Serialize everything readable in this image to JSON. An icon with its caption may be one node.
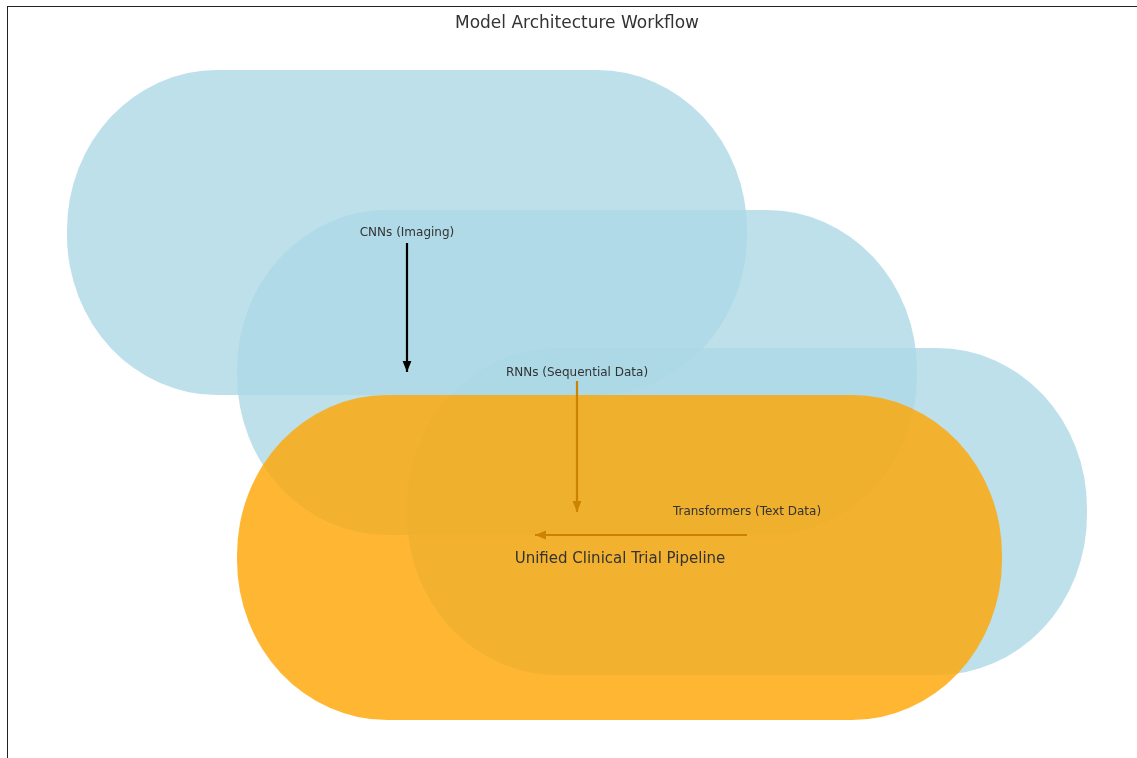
{
  "diagram": {
    "title": "Model Architecture Workflow",
    "nodes": [
      {
        "text": [
          "CNNs (Imaging)"
        ]
      },
      {
        "text": [
          "RNNs (Sequential Data)"
        ]
      },
      {
        "text": [
          "Transformers (Text Data)"
        ]
      },
      {
        "text": [
          "Unified Clinical Trial Pipeline"
        ]
      }
    ],
    "edges": [
      {
        "from": 0,
        "to": null,
        "arrow": "to",
        "color": "#000000"
      },
      {
        "from": 1,
        "to": 3,
        "arrow": "to",
        "color": "#cc8400"
      },
      {
        "from": 2,
        "to": 3,
        "arrow": "to",
        "color": "#cc8400"
      }
    ]
  }
}
